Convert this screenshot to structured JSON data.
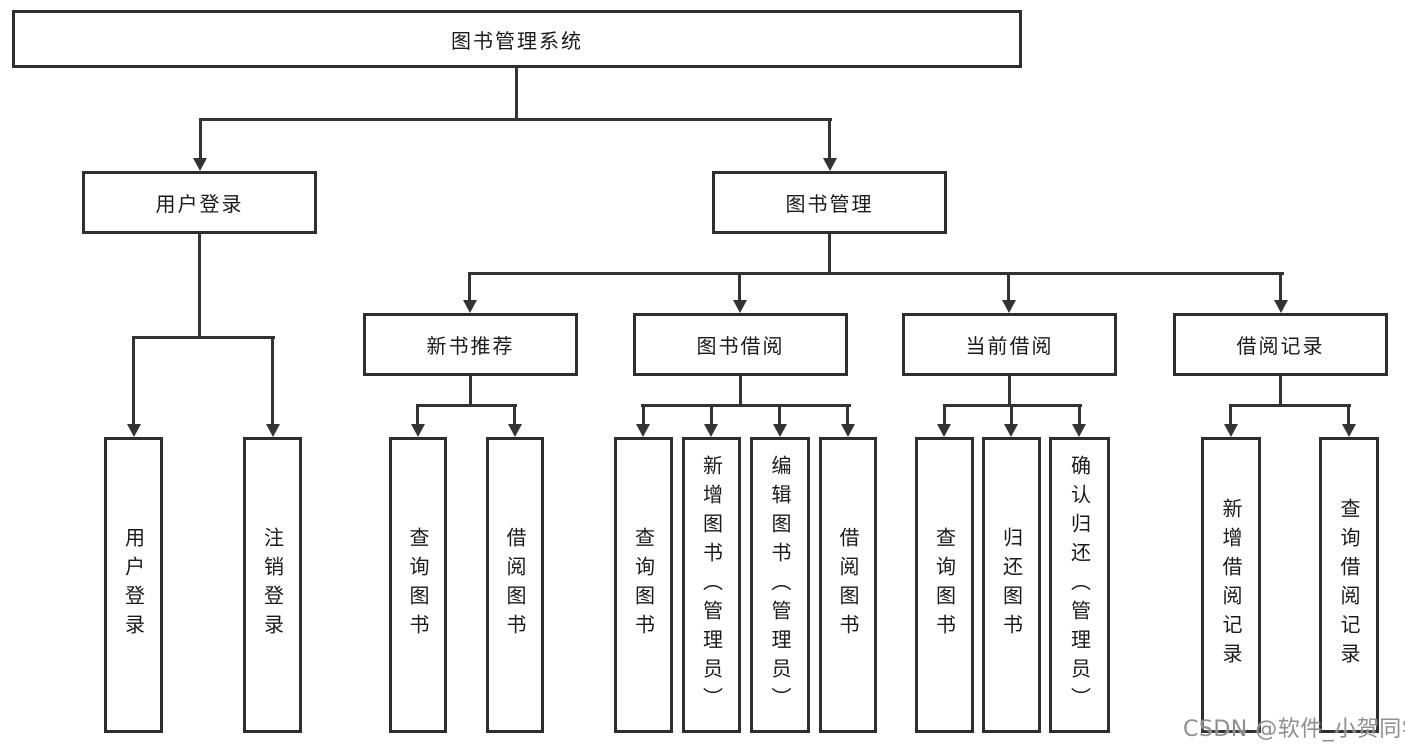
{
  "tree": {
    "root": {
      "label": "图书管理系统"
    },
    "branches": [
      {
        "label": "用户登录",
        "children": [
          {
            "label": "用户登录"
          },
          {
            "label": "注销登录"
          }
        ]
      },
      {
        "label": "图书管理",
        "children": [
          {
            "label": "新书推荐",
            "children": [
              {
                "label": "查询图书"
              },
              {
                "label": "借阅图书"
              }
            ]
          },
          {
            "label": "图书借阅",
            "children": [
              {
                "label": "查询图书"
              },
              {
                "label": "新增图书（管理员）"
              },
              {
                "label": "编辑图书（管理员）"
              },
              {
                "label": "借阅图书"
              }
            ]
          },
          {
            "label": "当前借阅",
            "children": [
              {
                "label": "查询图书"
              },
              {
                "label": "归还图书"
              },
              {
                "label": "确认归还（管理员）"
              }
            ]
          },
          {
            "label": "借阅记录",
            "children": [
              {
                "label": "新增借阅记录"
              },
              {
                "label": "查询借阅记录"
              }
            ]
          }
        ]
      }
    ]
  },
  "watermark": {
    "text": "CSDN @软件_小贺同学"
  },
  "colors": {
    "line": "#333333",
    "border": "#2e2e2e",
    "fill": "#ffffff",
    "text": "#1a1a1a",
    "watermark": "#8f8f8f"
  }
}
